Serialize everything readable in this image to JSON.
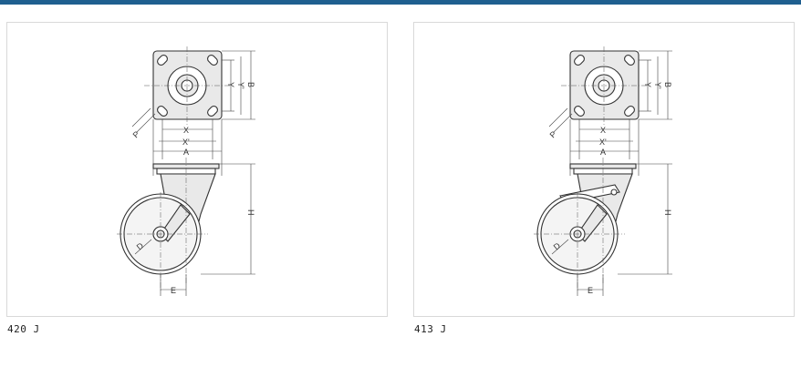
{
  "products": [
    {
      "caption": "420 J",
      "labels": {
        "A": "A",
        "B": "B",
        "X": "X",
        "X2": "X'",
        "Y": "Y",
        "Y2": "Y'",
        "P": "P",
        "H": "H",
        "D": "D",
        "E": "E"
      }
    },
    {
      "caption": "413 J",
      "labels": {
        "A": "A",
        "B": "B",
        "X": "X",
        "X2": "X'",
        "Y": "Y",
        "Y2": "Y'",
        "P": "P",
        "H": "H",
        "D": "D",
        "E": "E"
      }
    }
  ],
  "colors": {
    "accent_line": "#1f5f8f",
    "panel_border": "#d9d9d9"
  }
}
